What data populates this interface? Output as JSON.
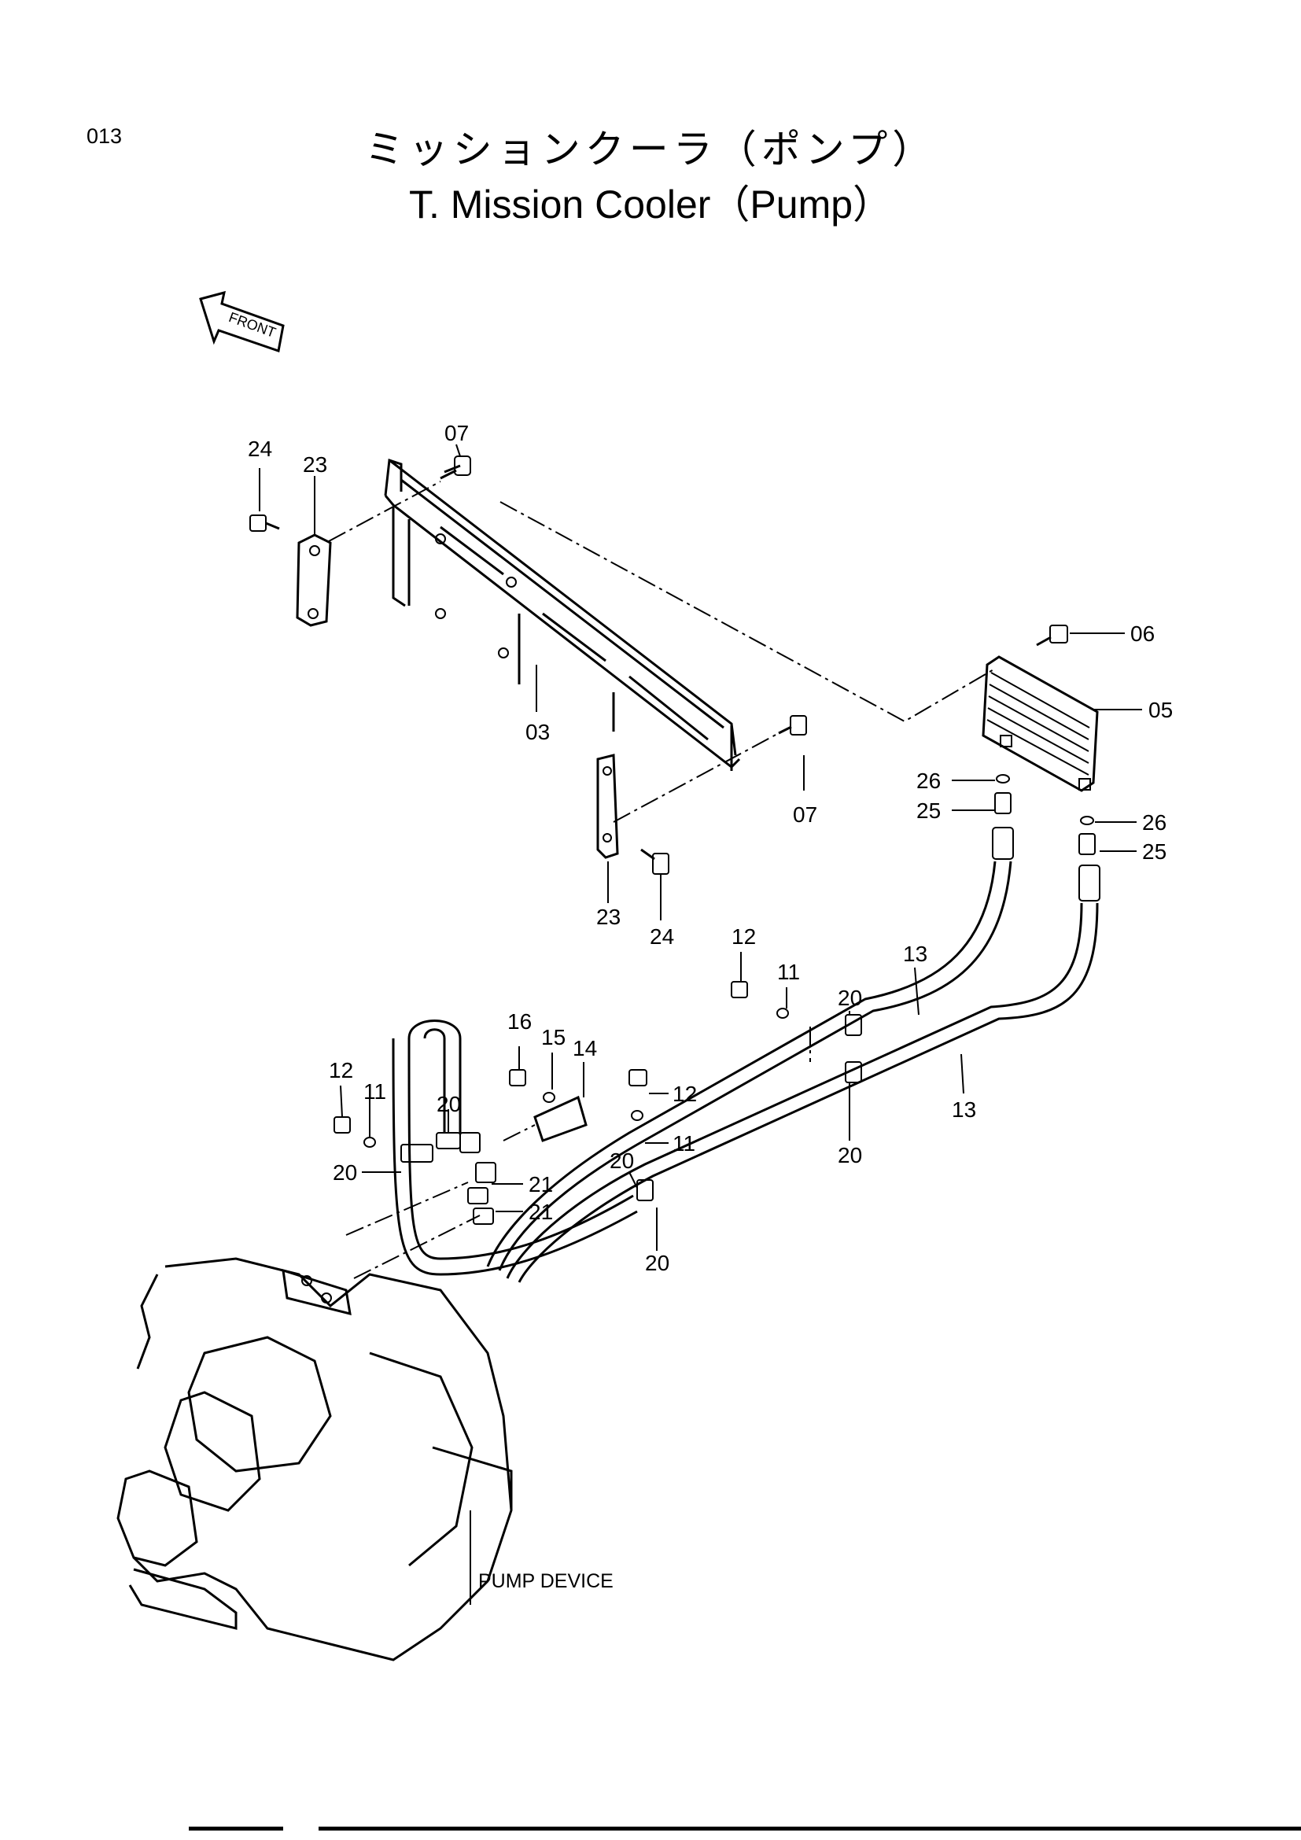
{
  "page_code": "013",
  "title_jp": "ミッションクーラ（ポンプ）",
  "title_en": "T. Mission  Cooler（Pump）",
  "front_label": "FRONT",
  "device_label": "PUMP DEVICE",
  "part_numbers": {
    "p03": "03",
    "p05": "05",
    "p06": "06",
    "p07a": "07",
    "p07b": "07",
    "p11a": "11",
    "p11b": "11",
    "p11c": "11",
    "p12a": "12",
    "p12b": "12",
    "p12c": "12",
    "p13a": "13",
    "p13b": "13",
    "p14": "14",
    "p15": "15",
    "p16": "16",
    "p20a": "20",
    "p20b": "20",
    "p20c": "20",
    "p20d": "20",
    "p20e": "20",
    "p20f": "20",
    "p21a": "21",
    "p21b": "21",
    "p23a": "23",
    "p23b": "23",
    "p24a": "24",
    "p24b": "24",
    "p25a": "25",
    "p25b": "25",
    "p26a": "26",
    "p26b": "26"
  }
}
